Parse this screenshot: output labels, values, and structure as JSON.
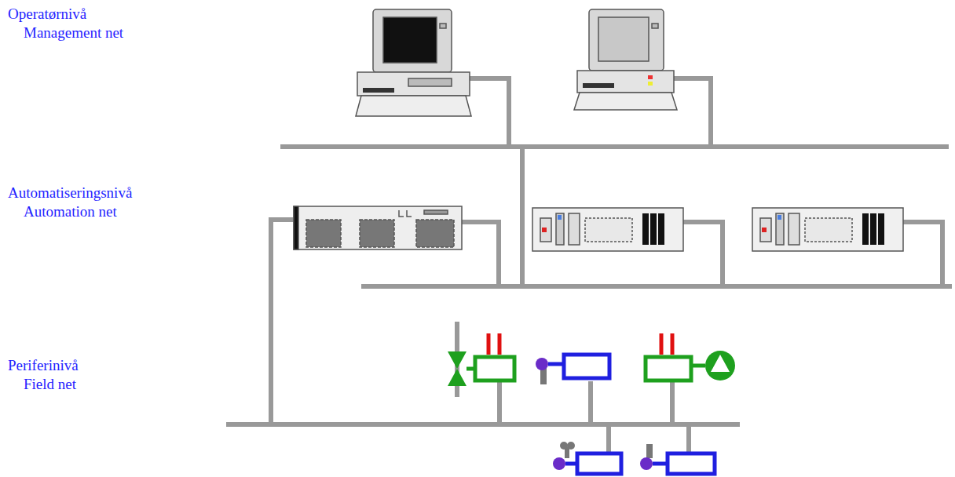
{
  "diagram": {
    "labels": [
      "Operatørnivå",
      "Management net",
      "Automatiseringsnivå",
      "Automation net",
      "Periferinivå",
      "Field net"
    ]
  }
}
